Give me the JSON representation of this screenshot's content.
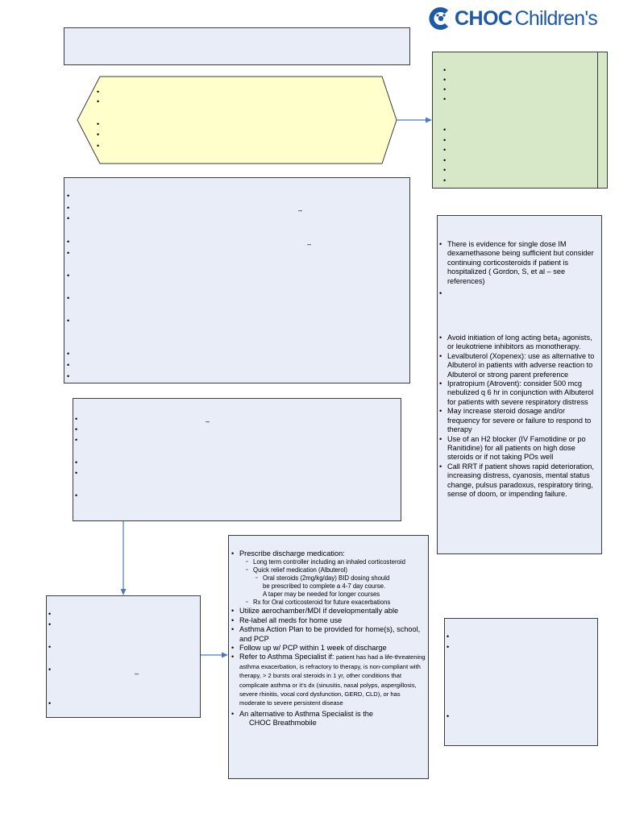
{
  "logo": {
    "brand": "CHOC",
    "name": "Children's",
    "color": "#1c5aa8"
  },
  "colors": {
    "yellow_box": "#ffffcc",
    "green_box": "#d7e8c8",
    "blue_box": "#e9edf7",
    "arrow": "#4a7bc1"
  },
  "right_middle_box": {
    "items": [
      "There is evidence for single dose IM dexamethasone being sufficient but consider continuing corticosteroids if patient is hospitalized ( Gordon, S, et al – see references)",
      "",
      "Avoid initiation of  long acting beta₂ agonists, or leukotriene inhibitors as monotherapy.",
      "Levalbuterol (Xopenex): use as alternative to Albuterol in patients with adverse reaction to Albuterol or strong parent preference",
      "Ipratropium (Atrovent): consider 500 mcg nebulized q 6 hr in conjunction with Albuterol for patients with severe respiratory distress",
      "May increase steroid dosage and/or frequency for severe or failure to respond to therapy",
      "Use of an H2 blocker (IV Famotidine or po Ranitidine) for all patients on high dose steroids or if not taking POs well",
      "Call RRT if patient shows rapid deterioration, increasing distress, cyanosis, mental status change, pulsus paradoxus, respiratory tiring, sense of doom, or impending failure."
    ]
  },
  "discharge_box": {
    "prescribe": "Prescribe discharge medication:",
    "sub_items": [
      "Long term controller including an inhaled corticosteroid",
      "Quick relief medication (Albuterol)"
    ],
    "steroid_line1": "Oral steroids (2mg/kg/day) BID dosing should",
    "steroid_line2": "be prescribed to complete a 4-7 day course.",
    "steroid_line3": "A taper may be needed for longer courses",
    "rx_item": "Rx for Oral corticosteroid for future exacerbations",
    "items": [
      "Utilize aerochamber/MDI if developmentally able",
      "Re-label all meds for home use",
      "Asthma Action Plan to be provided for home(s), school, and PCP",
      "Follow up w/ PCP within 1 week of discharge"
    ],
    "refer_lead": "Refer to Asthma Specialist if:",
    "refer_detail": "patient has had a life-threatening asthma exacerbation, is refractory to therapy, is non-compliant with therapy, > 2 bursts oral steroids in 1 yr, other conditions that complicate asthma or it's dx (sinusitis, nasal polyps, aspergillosis, severe rhinitis, vocal cord dysfunction, GERD, CLD), or has moderate to severe persistent disease",
    "alt_line1": "An alternative to Asthma Specialist is the",
    "alt_line2": "CHOC Breathmobile"
  }
}
